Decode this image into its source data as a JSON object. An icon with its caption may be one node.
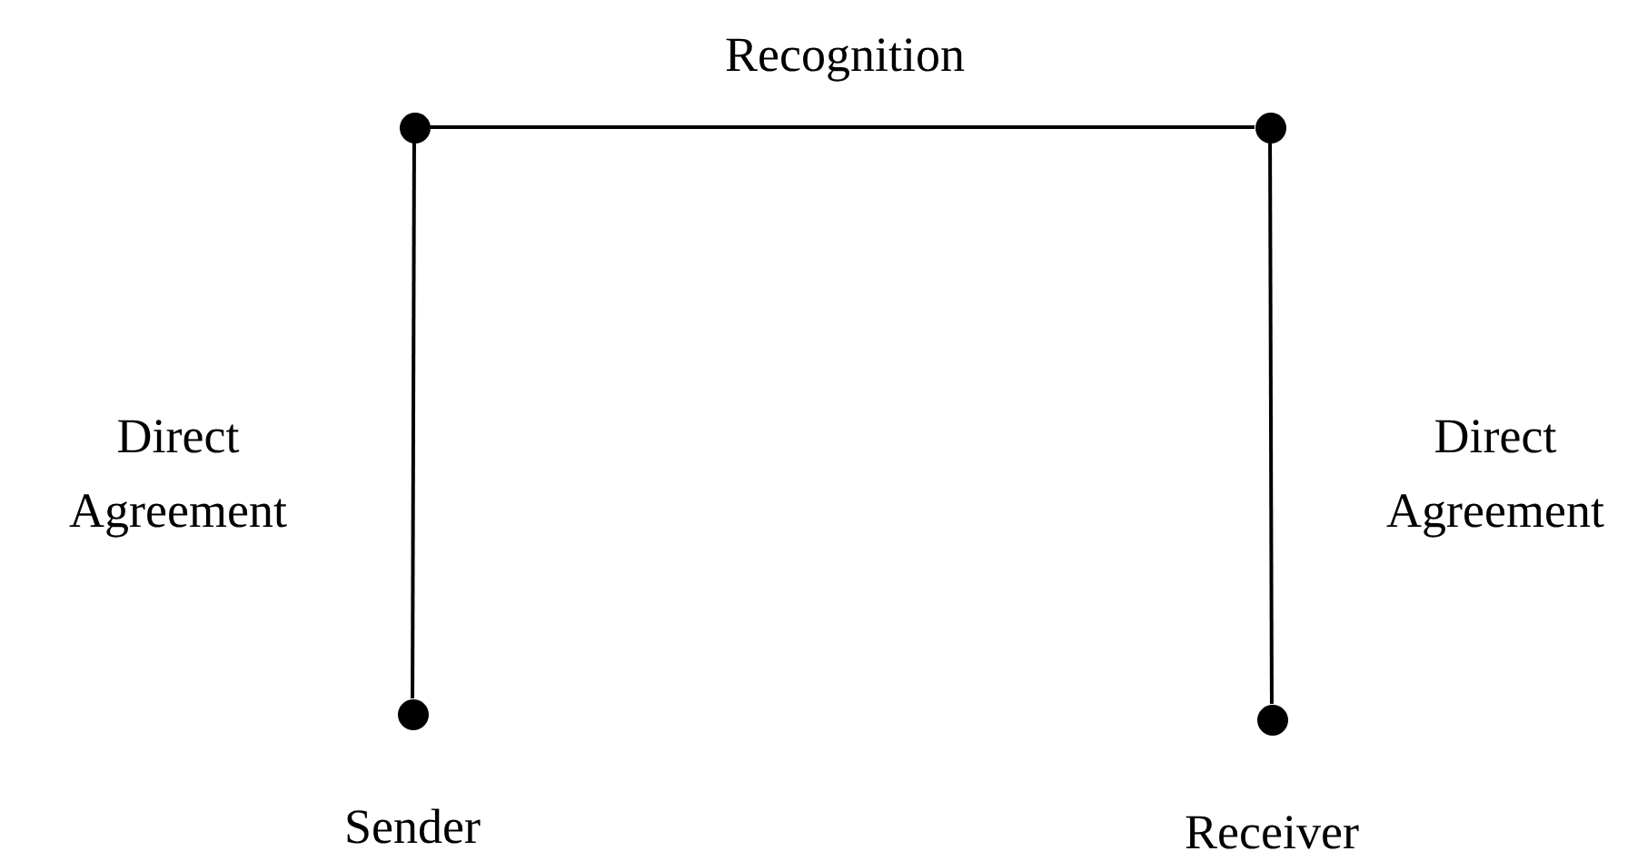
{
  "diagram": {
    "nodes": [
      {
        "text": [],
        "shape": "circle"
      },
      {
        "text": [],
        "shape": "circle"
      },
      {
        "text": [],
        "shape": "circle",
        "beside": [
          "Sender"
        ]
      },
      {
        "text": [],
        "shape": "circle",
        "beside": [
          "Receiver"
        ]
      }
    ],
    "edges": [
      {
        "from": 0,
        "to": 1,
        "arrow": "none",
        "label": "Recognition"
      },
      {
        "from": 0,
        "to": 2,
        "arrow": "none",
        "label": "Direct Agreement"
      },
      {
        "from": 1,
        "to": 3,
        "arrow": "none",
        "label": "Direct Agreement"
      }
    ]
  }
}
